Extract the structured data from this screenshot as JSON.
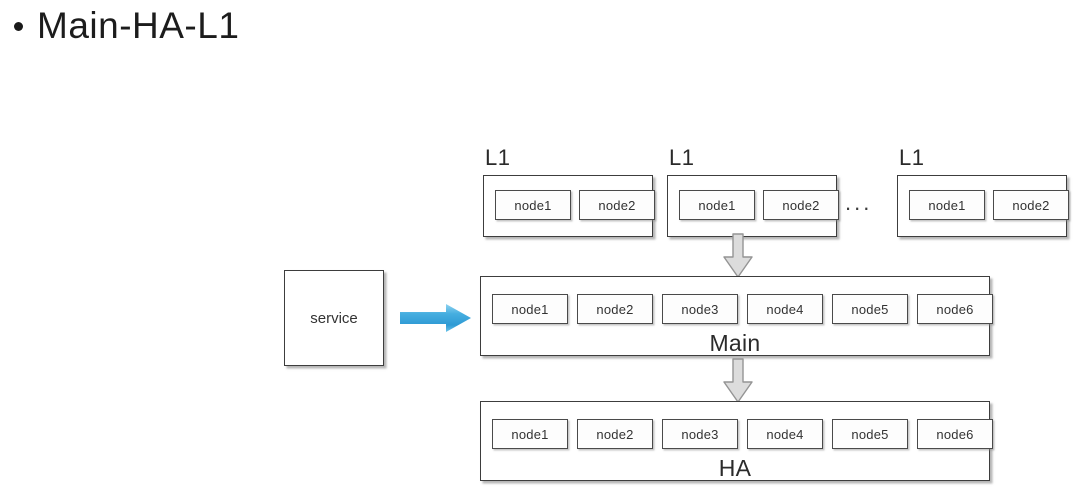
{
  "slide": {
    "title": "Main-HA-L1",
    "bullet_icon": "bullet-dot-icon",
    "background_color": "#ffffff"
  },
  "diagram": {
    "type": "architecture-block-diagram",
    "colors": {
      "box_border": "#3d3d3d",
      "node_border": "#4a4a4a",
      "box_fill": "#ffffff",
      "blue_arrow": "#3ea7dd",
      "blue_arrow_light": "#7fcdee",
      "gray_arrow_fill": "#d8d8d8",
      "gray_arrow_border": "#8f8f8f",
      "text": "#2b2b2b"
    },
    "service": {
      "label": "service"
    },
    "l1_tier": {
      "ellipsis": "...",
      "groups": [
        {
          "label": "L1",
          "nodes": [
            "node1",
            "node2"
          ]
        },
        {
          "label": "L1",
          "nodes": [
            "node1",
            "node2"
          ]
        },
        {
          "label": "L1",
          "nodes": [
            "node1",
            "node2"
          ]
        }
      ]
    },
    "main_tier": {
      "label": "Main",
      "nodes": [
        "node1",
        "node2",
        "node3",
        "node4",
        "node5",
        "node6"
      ]
    },
    "ha_tier": {
      "label": "HA",
      "nodes": [
        "node1",
        "node2",
        "node3",
        "node4",
        "node5",
        "node6"
      ]
    },
    "connectors": [
      {
        "name": "service-to-main-arrow",
        "direction": "right",
        "color": "blue"
      },
      {
        "name": "l1-to-main-arrow",
        "direction": "down",
        "color": "gray"
      },
      {
        "name": "main-to-ha-arrow",
        "direction": "down",
        "color": "gray"
      }
    ]
  }
}
